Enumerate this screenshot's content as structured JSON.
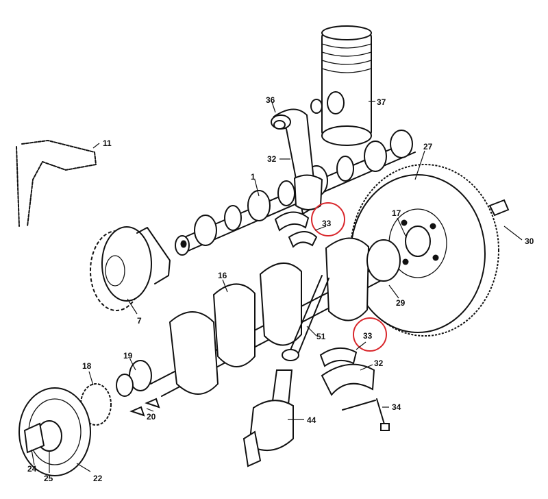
{
  "diagram": {
    "highlight_color": "#d9262b",
    "parts": [
      {
        "id": "1",
        "label": "1"
      },
      {
        "id": "7",
        "label": "7"
      },
      {
        "id": "11",
        "label": "11"
      },
      {
        "id": "16",
        "label": "16"
      },
      {
        "id": "17",
        "label": "17"
      },
      {
        "id": "18",
        "label": "18"
      },
      {
        "id": "19",
        "label": "19"
      },
      {
        "id": "20",
        "label": "20"
      },
      {
        "id": "22",
        "label": "22"
      },
      {
        "id": "24",
        "label": "24"
      },
      {
        "id": "25",
        "label": "25"
      },
      {
        "id": "27",
        "label": "27"
      },
      {
        "id": "29",
        "label": "29"
      },
      {
        "id": "30",
        "label": "30"
      },
      {
        "id": "32a",
        "label": "32"
      },
      {
        "id": "32b",
        "label": "32"
      },
      {
        "id": "33a",
        "label": "33",
        "highlighted": true
      },
      {
        "id": "33b",
        "label": "33",
        "highlighted": true
      },
      {
        "id": "34",
        "label": "34"
      },
      {
        "id": "36",
        "label": "36"
      },
      {
        "id": "37",
        "label": "37"
      },
      {
        "id": "44",
        "label": "44"
      },
      {
        "id": "51",
        "label": "51"
      }
    ]
  }
}
